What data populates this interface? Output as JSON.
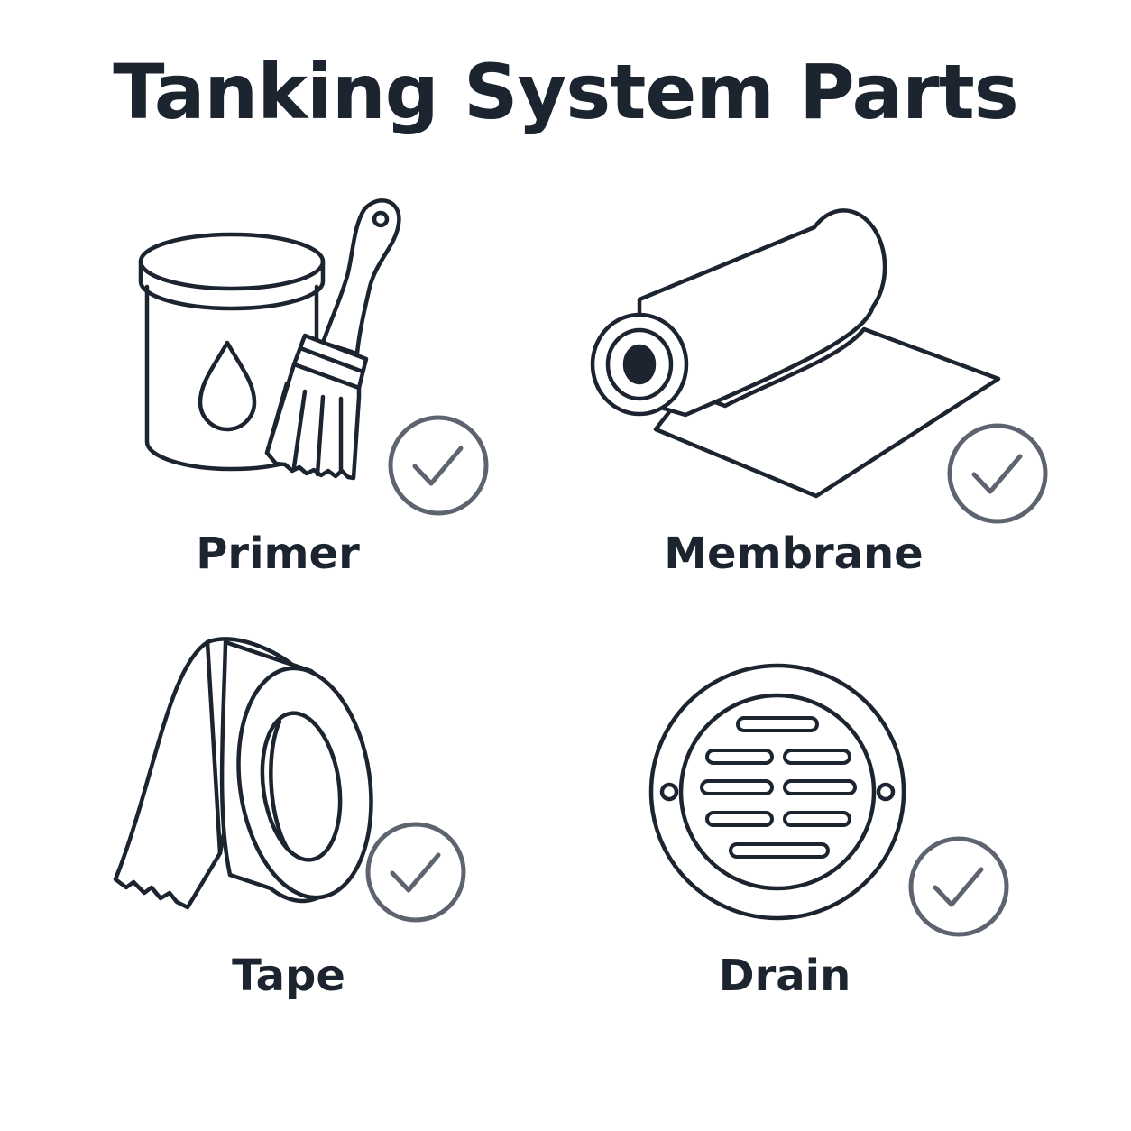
{
  "title": "Tanking System Parts",
  "colors": {
    "ink": "#1c2430",
    "check": "#5d6470",
    "background": "#ffffff"
  },
  "parts": [
    {
      "label": "Primer",
      "icon": "paint-can-brush-icon",
      "status_icon": "check-circle-icon",
      "checked": true
    },
    {
      "label": "Membrane",
      "icon": "membrane-roll-icon",
      "status_icon": "check-circle-icon",
      "checked": true
    },
    {
      "label": "Tape",
      "icon": "tape-roll-icon",
      "status_icon": "check-circle-icon",
      "checked": true
    },
    {
      "label": "Drain",
      "icon": "floor-drain-icon",
      "status_icon": "check-circle-icon",
      "checked": true
    }
  ]
}
